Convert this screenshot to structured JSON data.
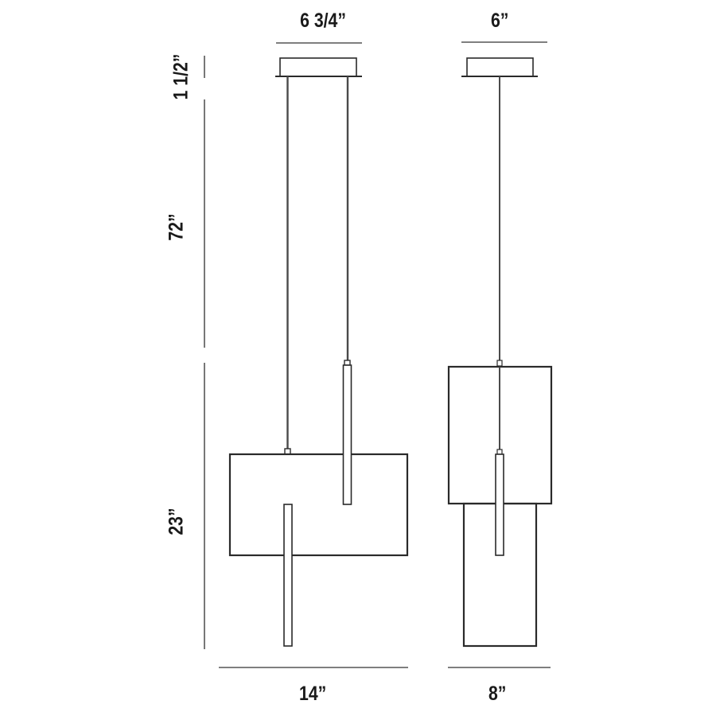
{
  "colors": {
    "line": "#2a2a2a",
    "cable": "#4a4a4a",
    "dimension_line": "#555555",
    "text": "#1a1a1a",
    "background": "#ffffff"
  },
  "dimensions": {
    "front_canopy_width": "6 3/4”",
    "side_canopy_width": "6”",
    "canopy_height": "1 1/2”",
    "cord_length": "72”",
    "fixture_height": "23”",
    "front_width": "14”",
    "side_width": "8”"
  },
  "views": [
    {
      "name": "front-view",
      "width_label": "14”",
      "canopy_label": "6 3/4”"
    },
    {
      "name": "side-view",
      "width_label": "8”",
      "canopy_label": "6”"
    }
  ]
}
